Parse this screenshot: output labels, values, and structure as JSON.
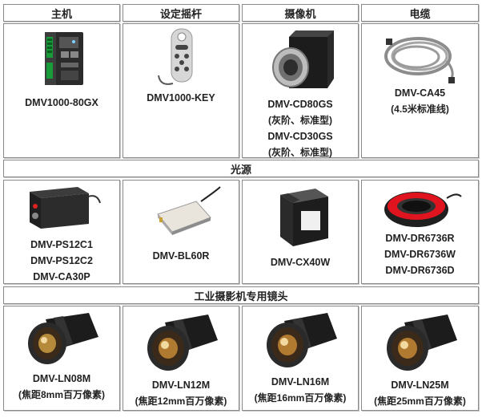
{
  "headers": {
    "host": "主机",
    "keypad": "设定摇杆",
    "camera": "摄像机",
    "cable": "电缆",
    "light": "光源",
    "lens": "工业摄影机专用镜头"
  },
  "row1": {
    "host": [
      "DMV1000-80GX"
    ],
    "keypad": [
      "DMV1000-KEY"
    ],
    "camera": [
      "DMV-CD80GS",
      "(灰阶、标准型)",
      "DMV-CD30GS",
      "(灰阶、标准型)"
    ],
    "cable": [
      "DMV-CA45",
      "(4.5米标准线)"
    ]
  },
  "row2": {
    "power": [
      "DMV-PS12C1",
      "DMV-PS12C2",
      "DMV-CA30P"
    ],
    "bar": [
      "DMV-BL60R"
    ],
    "box": [
      "DMV-CX40W"
    ],
    "ring": [
      "DMV-DR6736R",
      "DMV-DR6736W",
      "DMV-DR6736D"
    ]
  },
  "row3": {
    "lens1": [
      "DMV-LN08M",
      "(焦距8mm百万像素)"
    ],
    "lens2": [
      "DMV-LN12M",
      "(焦距12mm百万像素)"
    ],
    "lens3": [
      "DMV-LN16M",
      "(焦距16mm百万像素)"
    ],
    "lens4": [
      "DMV-LN25M",
      "(焦距25mm百万像素)"
    ]
  },
  "colors": {
    "border": "#8a8a8a",
    "ring_led": "#e0141e",
    "text": "#222222"
  }
}
